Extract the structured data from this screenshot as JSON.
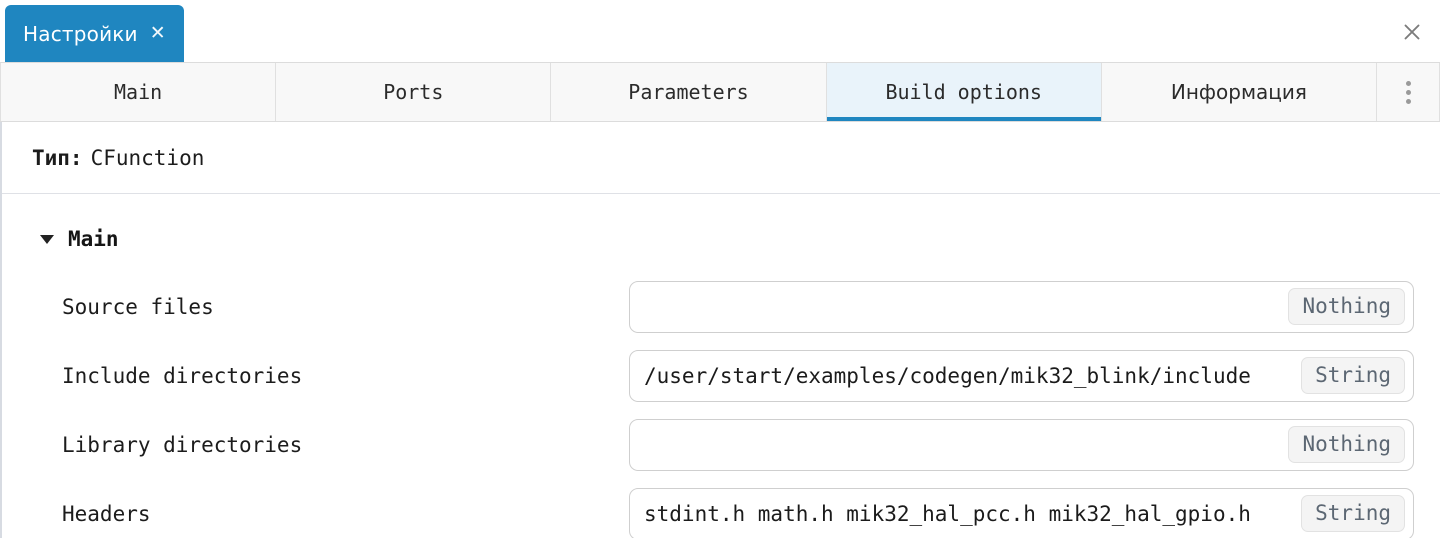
{
  "window": {
    "doc_tab_label": "Настройки",
    "doc_tab_close_icon": "close-icon",
    "window_close_icon": "close-icon"
  },
  "tabbar": {
    "overflow_icon": "kebab-menu-icon",
    "tabs": [
      {
        "label": "Main",
        "active": false,
        "script": "latin"
      },
      {
        "label": "Ports",
        "active": false,
        "script": "latin"
      },
      {
        "label": "Parameters",
        "active": false,
        "script": "latin"
      },
      {
        "label": "Build options",
        "active": true,
        "script": "latin"
      },
      {
        "label": "Информация",
        "active": false,
        "script": "cyrillic"
      }
    ]
  },
  "type_row": {
    "key": "Тип:",
    "value": "CFunction"
  },
  "section": {
    "caret_icon": "chevron-down-icon",
    "title": "Main",
    "expanded": true,
    "fields": [
      {
        "label": "Source files",
        "value": "",
        "badge": "Nothing"
      },
      {
        "label": "Include directories",
        "value": "/user/start/examples/codegen/mik32_blink/include",
        "badge": "String"
      },
      {
        "label": "Library directories",
        "value": "",
        "badge": "Nothing"
      },
      {
        "label": "Headers",
        "value": "stdint.h math.h mik32_hal_pcc.h mik32_hal_gpio.h",
        "badge": "String"
      }
    ]
  },
  "colors": {
    "doc_tab_bg": "#1f86c0",
    "active_tab_bg": "#e9f3fa",
    "active_tab_underline": "#1f86c0",
    "inactive_tab_bg": "#f8f8f8",
    "badge_bg": "#f4f4f4",
    "badge_text": "#5c6773"
  }
}
